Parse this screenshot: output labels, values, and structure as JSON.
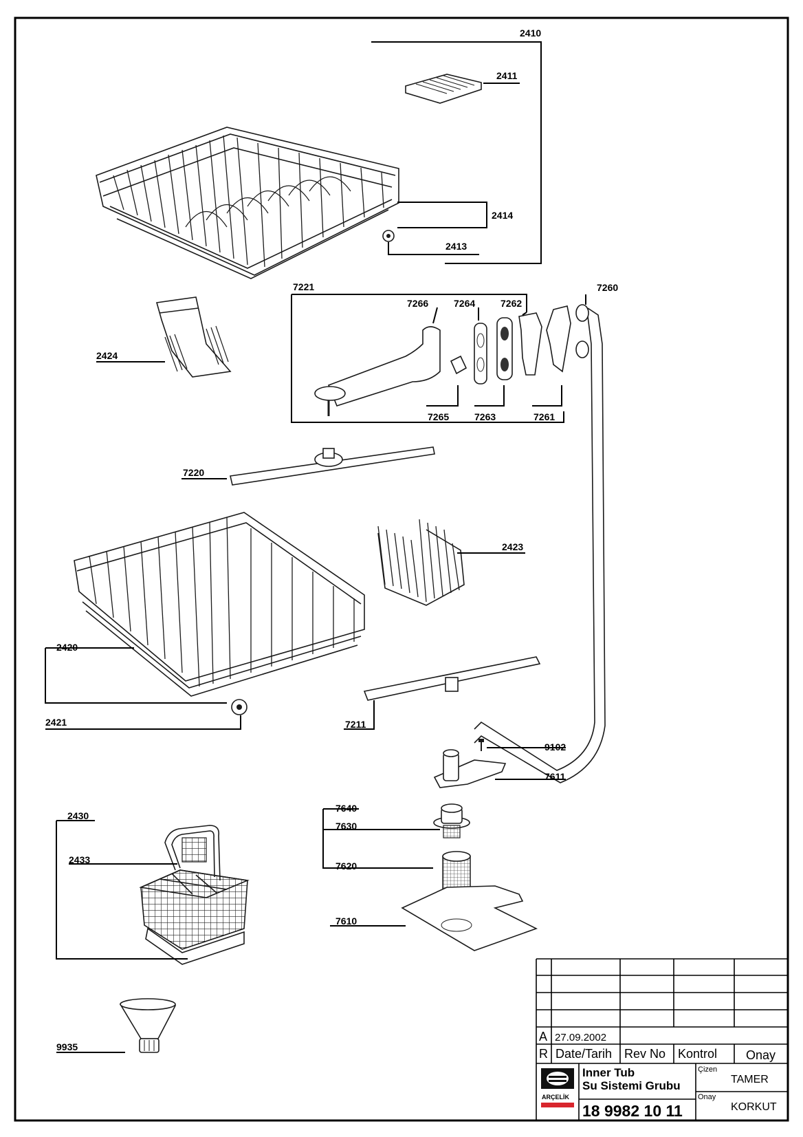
{
  "part_numbers": {
    "p2410": "2410",
    "p2411": "2411",
    "p2414": "2414",
    "p2413": "2413",
    "p7221": "7221",
    "p7266": "7266",
    "p7264": "7264",
    "p7262": "7262",
    "p7260": "7260",
    "p2424": "2424",
    "p7265": "7265",
    "p7263": "7263",
    "p7261": "7261",
    "p7220": "7220",
    "p2423": "2423",
    "p2420": "2420",
    "p2421": "2421",
    "p7211": "7211",
    "p9102": "9102",
    "p7611": "7611",
    "p2430": "2430",
    "p7640": "7640",
    "p7630": "7630",
    "p2433": "2433",
    "p7620": "7620",
    "p7610": "7610",
    "p9935": "9935"
  },
  "title_block": {
    "rev_letter": "A",
    "rev_date": "27.09.2002",
    "header_r": "R",
    "header_date": "Date/Tarih",
    "header_rev": "Rev No",
    "header_kontrol": "Kontrol",
    "header_onay": "Onay",
    "title_line1": "Inner Tub",
    "title_line2": "Su Sistemi Grubu",
    "drawing_number": "18 9982 10 11",
    "cizen_label": "Çizen",
    "cizen_value": "TAMER",
    "onay_label": "Onay",
    "onay_value": "KORKUT",
    "brand": "ARÇELİK",
    "brand_color": "#d8262d"
  }
}
